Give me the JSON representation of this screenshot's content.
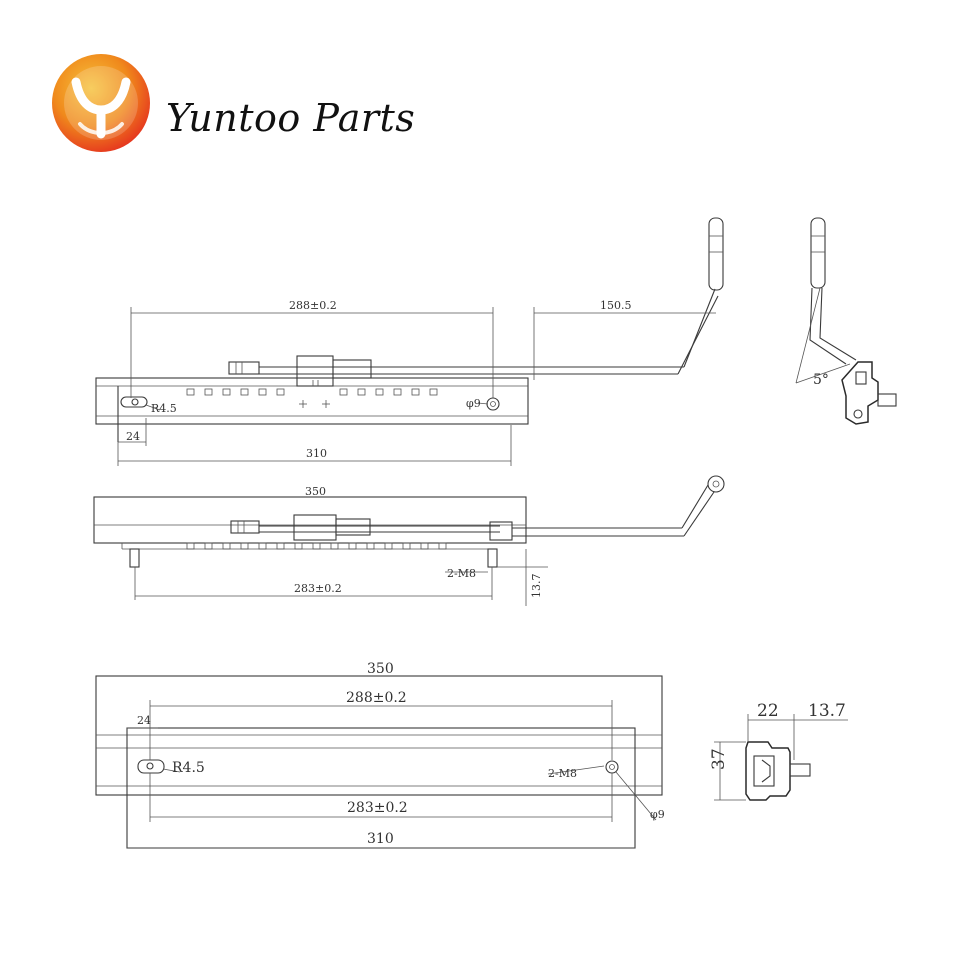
{
  "brand": {
    "name": "Yuntoo Parts",
    "logo_letter": "Y",
    "colors": {
      "orange": "#f08a1c",
      "red": "#e5321f",
      "yellow": "#f6c23c"
    }
  },
  "views": {
    "top": {
      "d_288": "288±0.2",
      "d_150": "150.5",
      "d_r45": "R4.5",
      "d_phi9": "φ9",
      "d_24": "24",
      "d_310": "310"
    },
    "side_small": {
      "d_5deg": "5°"
    },
    "front": {
      "d_350": "350",
      "d_2m8": "2-M8",
      "d_283": "283±0.2",
      "d_137": "13.7"
    },
    "bottom": {
      "d_350": "350",
      "d_288": "288±0.2",
      "d_24": "24",
      "d_r45": "R4.5",
      "d_2m8": "2-M8",
      "d_283": "283±0.2",
      "d_phi9": "φ9",
      "d_310": "310"
    },
    "side_profile": {
      "d_22": "22",
      "d_137": "13.7",
      "d_37": "37"
    }
  }
}
